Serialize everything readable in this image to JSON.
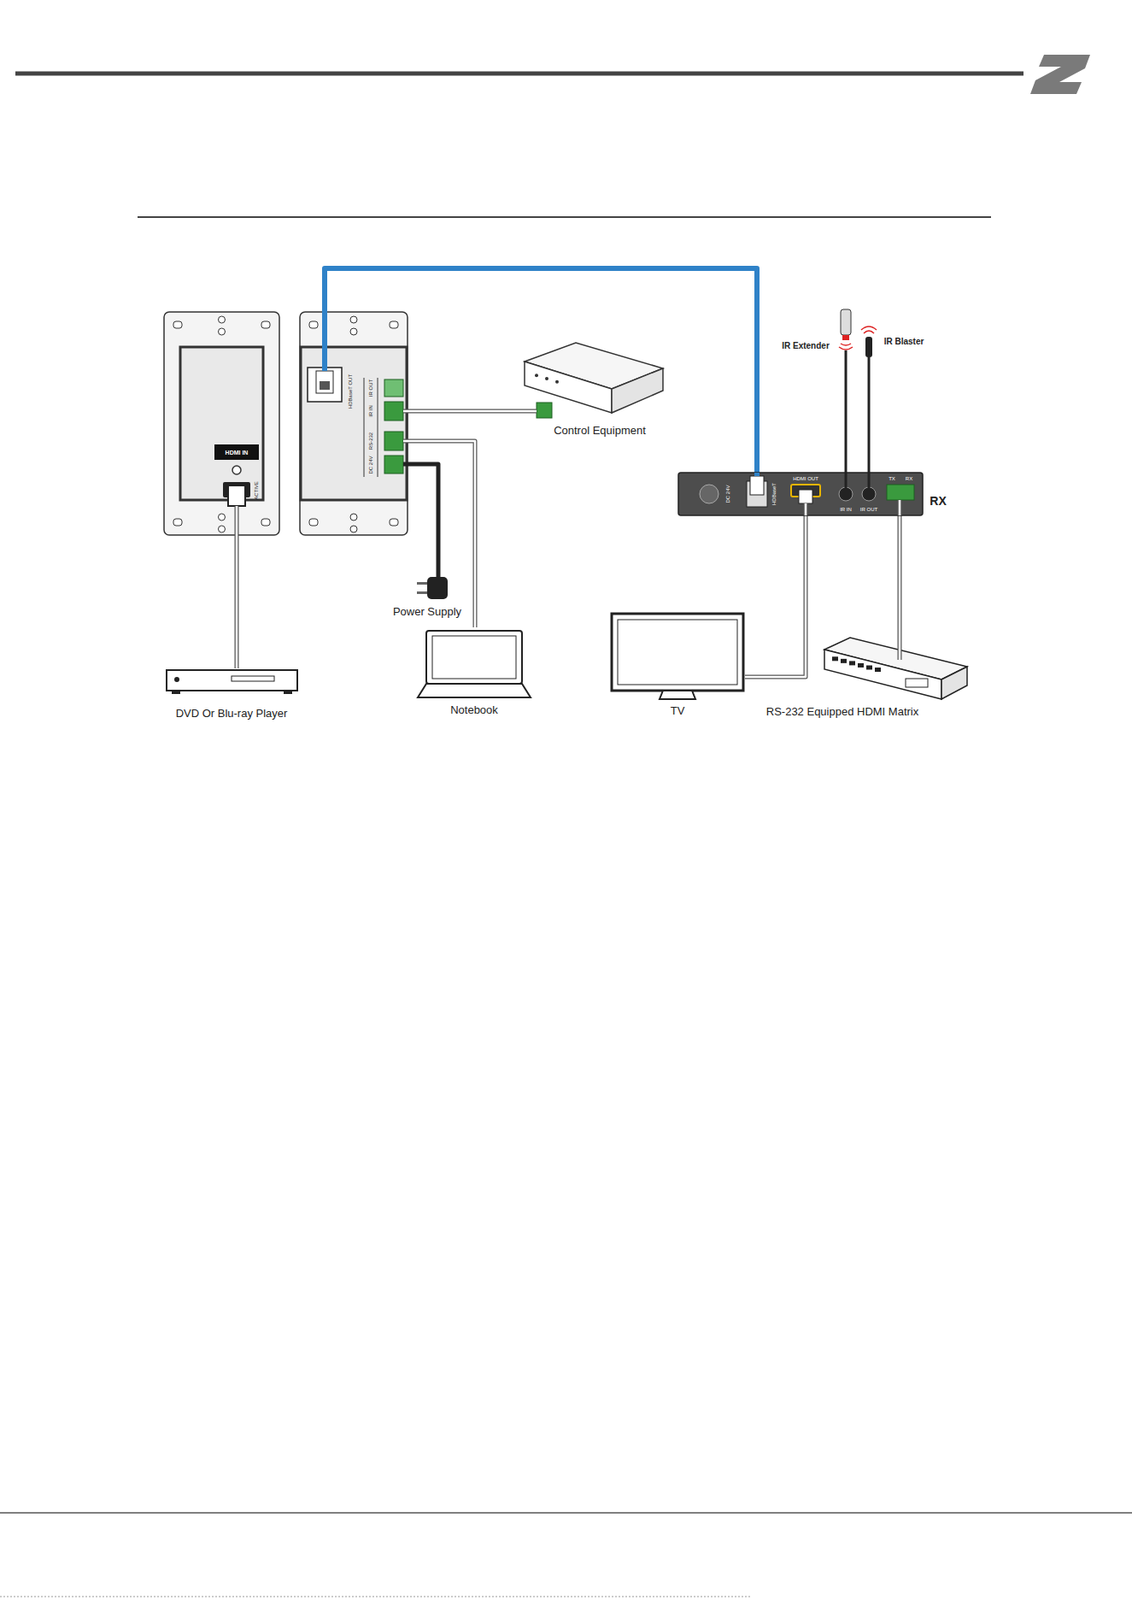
{
  "diagram": {
    "nodes": [
      {
        "text": [
          "HDMI IN",
          "ACTIVE"
        ]
      },
      {
        "text": [
          "HDBaseT OUT",
          "IR OUT",
          "IR IN",
          "RS-232",
          "DC 24V"
        ]
      },
      {
        "text": [
          "Control Equipment"
        ]
      },
      {
        "text": [
          "IR Extender"
        ]
      },
      {
        "text": [
          "IR Blaster"
        ]
      },
      {
        "text": [
          "DC 24V",
          "HDBaseT",
          "HDMI OUT",
          "IR IN",
          "IR OUT",
          "TX",
          "RX",
          "RX"
        ]
      },
      {
        "text": [
          "Power Supply"
        ]
      },
      {
        "text": [
          "DVD Or Blu-ray Player"
        ]
      },
      {
        "text": [
          "Notebook"
        ]
      },
      {
        "text": [
          "TV"
        ]
      },
      {
        "text": [
          "RS-232 Equipped HDMI Matrix"
        ]
      }
    ],
    "edges": [
      {
        "from": 7,
        "to": 0,
        "arrow": "none"
      },
      {
        "from": 1,
        "to": 5,
        "arrow": "none"
      },
      {
        "from": 1,
        "to": 2,
        "arrow": "none"
      },
      {
        "from": 1,
        "to": 8,
        "arrow": "none"
      },
      {
        "from": 6,
        "to": 1,
        "arrow": "none"
      },
      {
        "from": 5,
        "to": 9,
        "arrow": "none"
      },
      {
        "from": 5,
        "to": 10,
        "arrow": "none"
      },
      {
        "from": 3,
        "to": 5,
        "arrow": "none"
      },
      {
        "from": 4,
        "to": 5,
        "arrow": "none"
      }
    ]
  }
}
